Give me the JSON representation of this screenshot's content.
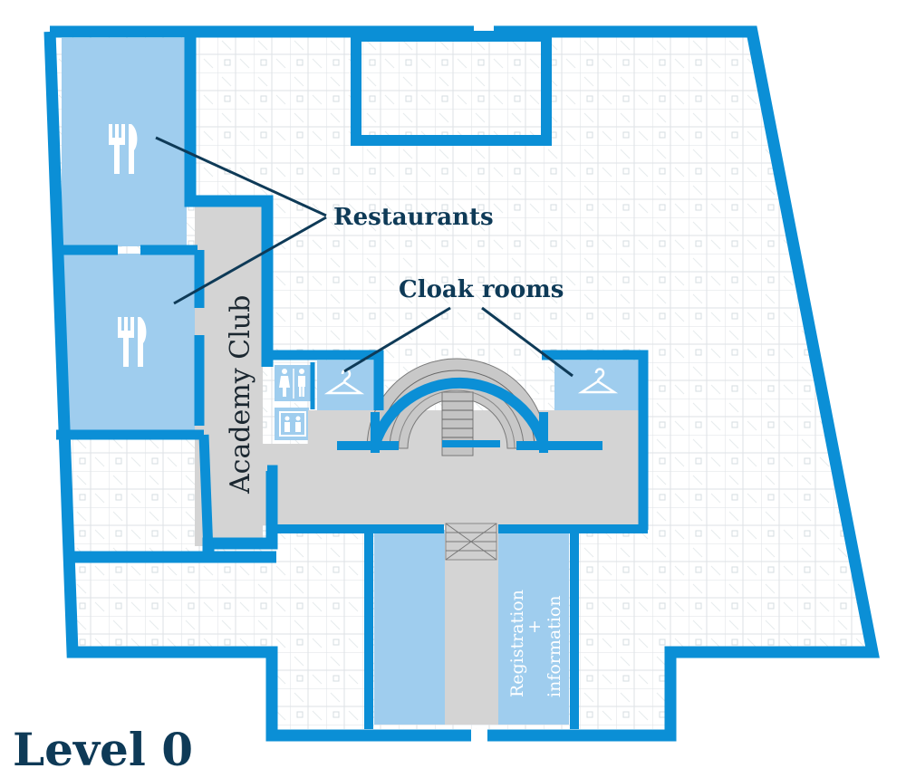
{
  "map": {
    "level_title": "Level 0",
    "labels": {
      "restaurants": "Restaurants",
      "cloak_rooms": "Cloak rooms",
      "academy_club": "Academy Club",
      "registration_line1": "Registration",
      "registration_line2": "+",
      "registration_line3": "information"
    },
    "icons": {
      "restaurant_1": "fork-knife-icon",
      "restaurant_2": "fork-knife-icon",
      "toilets": "restroom-icon",
      "elevator": "elevator-icon",
      "cloak_left": "hanger-icon",
      "cloak_right": "hanger-icon"
    },
    "colors": {
      "wall": "#0b8fd6",
      "highlight_room": "#9fcdee",
      "corridor": "#d4d4d4",
      "label": "#0e3a57",
      "plan_lines": "#cfd5da"
    }
  }
}
